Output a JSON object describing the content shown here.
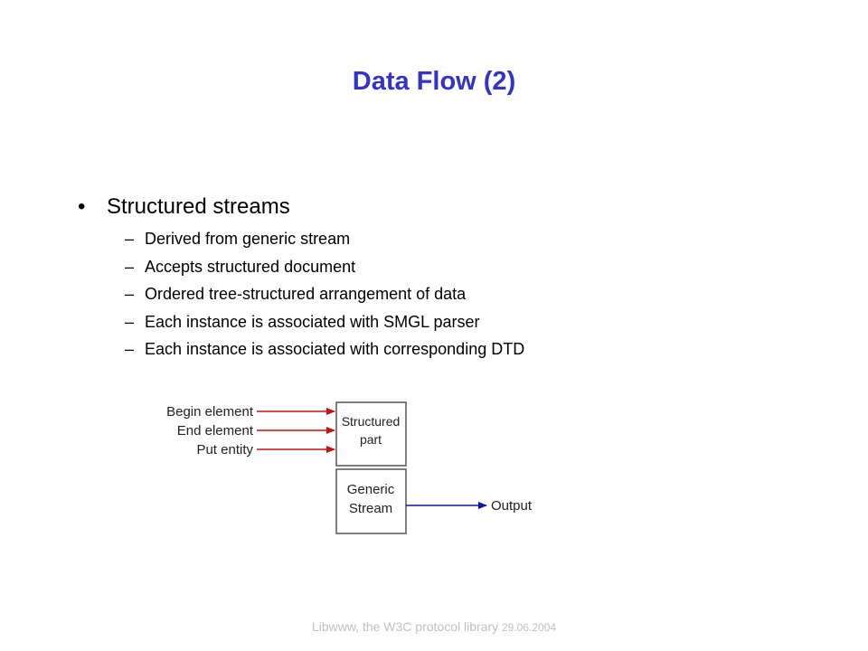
{
  "slide": {
    "title": "Data Flow (2)",
    "bullet": "Structured streams",
    "bullet_marker": "•",
    "sub_marker": "–",
    "sub_items": [
      "Derived from generic stream",
      "Accepts structured document",
      "Ordered tree-structured arrangement of data",
      "Each instance is associated with SMGL parser",
      "Each instance is associated with corresponding DTD"
    ]
  },
  "diagram": {
    "inputs": [
      "Begin element",
      "End element",
      "Put entity"
    ],
    "structured_box": [
      "Structured",
      "part"
    ],
    "generic_box": [
      "Generic",
      "Stream"
    ],
    "output_label": "Output",
    "colors": {
      "input_arrows": "#cc1111",
      "output_arrow": "#1111aa",
      "box_border": "#555555"
    }
  },
  "footer": {
    "text": "Libwww, the W3C protocol library",
    "date": "29.06.2004"
  }
}
